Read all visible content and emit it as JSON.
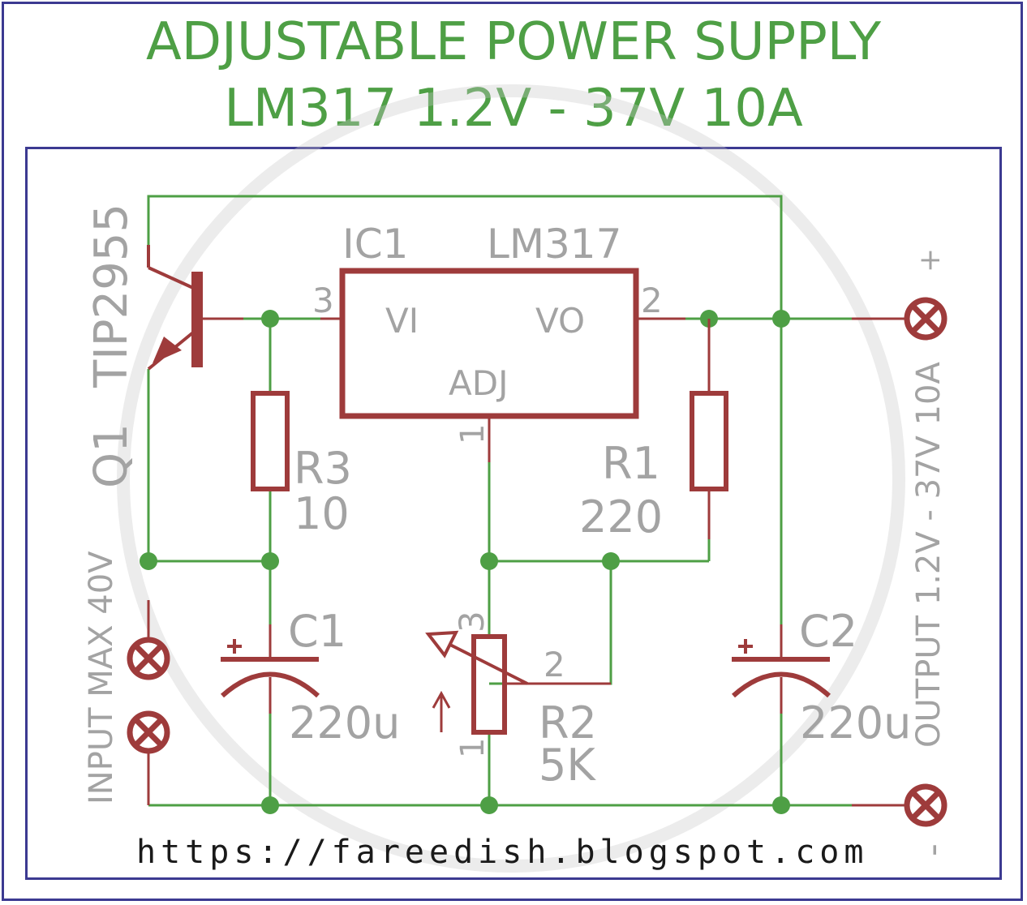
{
  "title": {
    "line1": "ADJUSTABLE POWER SUPPLY",
    "line2": "LM317 1.2V - 37V 10A"
  },
  "ic": {
    "ref": "IC1",
    "part": "LM317",
    "pin_vi": "VI",
    "pin_vo": "VO",
    "pin_adj": "ADJ",
    "pin3": "3",
    "pin2": "2",
    "pin1": "1"
  },
  "q1": {
    "ref": "Q1",
    "part": "TIP2955"
  },
  "r3": {
    "ref": "R3",
    "value": "10"
  },
  "r1": {
    "ref": "R1",
    "value": "220"
  },
  "r2": {
    "ref": "R2",
    "value": "5K",
    "pin3": "3",
    "pin2": "2",
    "pin1": "1"
  },
  "c1": {
    "ref": "C1",
    "value": "220u",
    "polarity": "+"
  },
  "c2": {
    "ref": "C2",
    "value": "220u",
    "polarity": "+"
  },
  "input_label": "INPUT MAX 40V",
  "output_label": "OUTPUT 1.2V - 37V 10A",
  "output_plus": "+",
  "output_minus": "-",
  "url": "https://fareedish.blogspot.com",
  "colors": {
    "wire": "#4e9f45",
    "component": "#9e3b3b",
    "label": "#a3a3a3",
    "frame": "#3c3a91",
    "title": "#4e9f45"
  }
}
